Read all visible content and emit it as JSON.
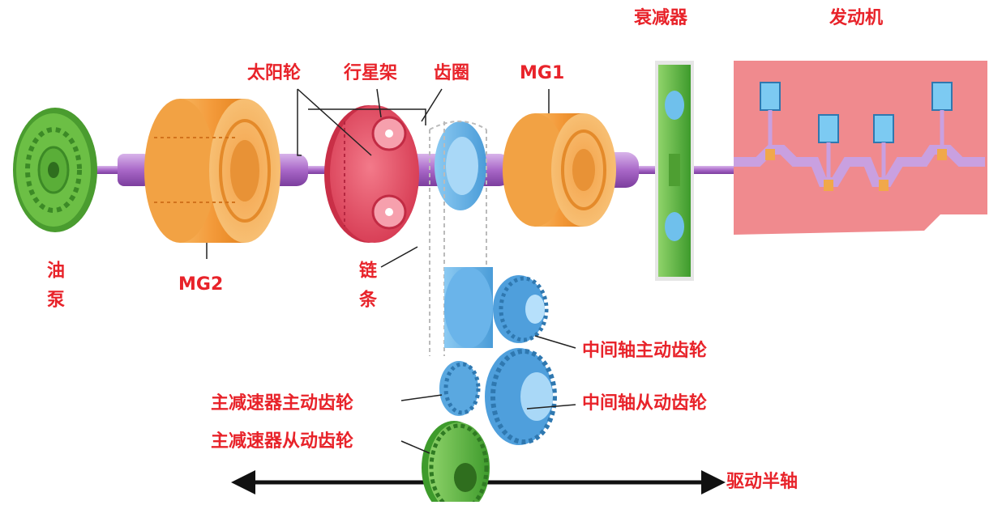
{
  "labels": {
    "oil_pump": "油泵",
    "mg2": "MG2",
    "sun_gear": "太阳轮",
    "planet_carrier": "行星架",
    "ring_gear": "齿圈",
    "mg1": "MG1",
    "damper": "衰减器",
    "engine": "发动机",
    "chain": "链条",
    "countershaft_drive": "中间轴主动齿轮",
    "countershaft_driven": "中间轴从动齿轮",
    "final_drive_gear": "主减速器主动齿轮",
    "final_driven_gear": "主减速器从动齿轮",
    "drive_shaft": "驱动半轴"
  },
  "colors": {
    "label": "#e8232a",
    "oil_pump": "#5fb33a",
    "motor": "#f5a347",
    "planetary": "#e9566a",
    "gear": "#66b3e6",
    "shaft": "#b37ad0",
    "damper": "#7acb42",
    "engine_bg": "#f08a8e",
    "axle": "#111111"
  }
}
